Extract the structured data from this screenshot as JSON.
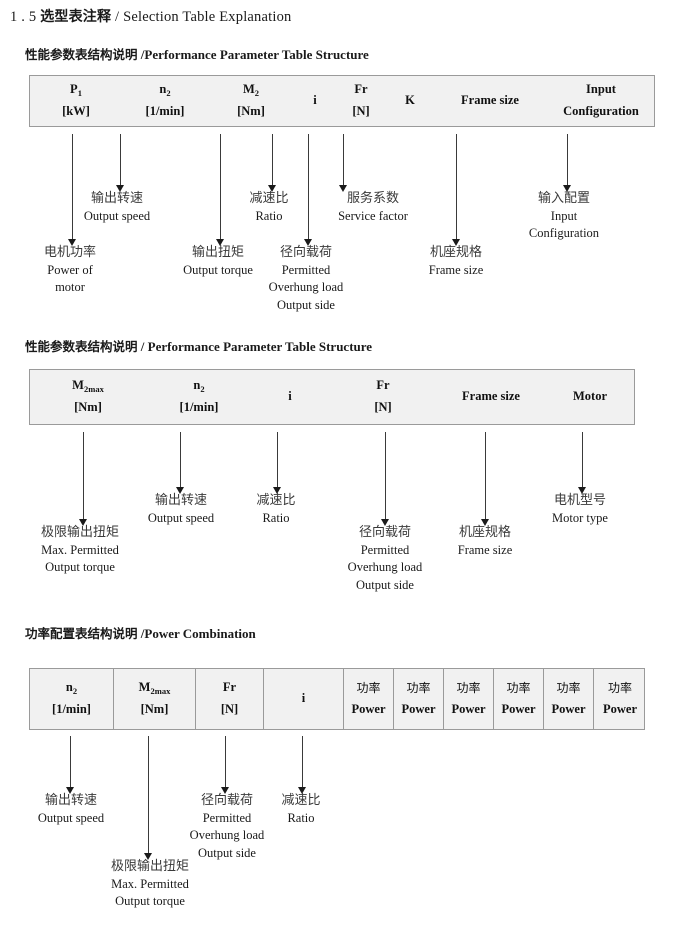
{
  "page": {
    "title_number": "1 . 5",
    "title_cn": "选型表注释",
    "title_sep": "/",
    "title_en": "Selection Table Explanation"
  },
  "sections": [
    {
      "heading_cn": "性能参数表结构说明",
      "heading_sep": "/",
      "heading_en": "Performance Parameter Table Structure",
      "table": {
        "columns": [
          {
            "symbol": "P",
            "sub": "1",
            "unit": "[kW]"
          },
          {
            "symbol": "n",
            "sub": "2",
            "unit": "[1/min]"
          },
          {
            "symbol": "M",
            "sub": "2",
            "unit": "[Nm]"
          },
          {
            "symbol": "i",
            "sub": "",
            "unit": ""
          },
          {
            "symbol": "Fr",
            "sub": "",
            "unit": "[N]"
          },
          {
            "symbol": "K",
            "sub": "",
            "unit": ""
          },
          {
            "symbol": "Frame size",
            "sub": "",
            "unit": ""
          },
          {
            "symbol": "Input",
            "sub": "",
            "unit": "Configuration"
          }
        ]
      },
      "annotations": [
        {
          "cn": "电机功率",
          "en": [
            "Power of",
            "motor"
          ]
        },
        {
          "cn": "输出转速",
          "en": [
            "Output speed"
          ]
        },
        {
          "cn": "输出扭矩",
          "en": [
            "Output torque"
          ]
        },
        {
          "cn": "减速比",
          "en": [
            "Ratio"
          ]
        },
        {
          "cn": "径向载荷",
          "en": [
            "Permitted",
            "Overhung load",
            "Output side"
          ]
        },
        {
          "cn": "服务系数",
          "en": [
            "Service factor"
          ]
        },
        {
          "cn": "机座规格",
          "en": [
            "Frame size"
          ]
        },
        {
          "cn": "输入配置",
          "en": [
            "Input",
            "Configuration"
          ]
        }
      ]
    },
    {
      "heading_cn": "性能参数表结构说明",
      "heading_sep": "/",
      "heading_en": "Performance Parameter Table Structure",
      "table": {
        "columns": [
          {
            "symbol": "M",
            "sub": "2max",
            "unit": "[Nm]"
          },
          {
            "symbol": "n",
            "sub": "2",
            "unit": "[1/min]"
          },
          {
            "symbol": "i",
            "sub": "",
            "unit": ""
          },
          {
            "symbol": "Fr",
            "sub": "",
            "unit": "[N]"
          },
          {
            "symbol": "Frame size",
            "sub": "",
            "unit": ""
          },
          {
            "symbol": "Motor",
            "sub": "",
            "unit": ""
          }
        ]
      },
      "annotations": [
        {
          "cn": "极限输出扭矩",
          "en": [
            "Max. Permitted",
            "Output  torque"
          ]
        },
        {
          "cn": "输出转速",
          "en": [
            "Output speed"
          ]
        },
        {
          "cn": "减速比",
          "en": [
            "Ratio"
          ]
        },
        {
          "cn": "径向载荷",
          "en": [
            "Permitted",
            "Overhung load",
            "Output side"
          ]
        },
        {
          "cn": "机座规格",
          "en": [
            "Frame size"
          ]
        },
        {
          "cn": "电机型号",
          "en": [
            "Motor type"
          ]
        }
      ]
    },
    {
      "heading_cn": "功率配置表结构说明",
      "heading_sep": "/",
      "heading_en": "Power Combination",
      "table": {
        "columns": [
          {
            "symbol": "n",
            "sub": "2",
            "unit": "[1/min]"
          },
          {
            "symbol": "M",
            "sub": "2max",
            "unit": "[Nm]"
          },
          {
            "symbol": "Fr",
            "sub": "",
            "unit": "[N]"
          },
          {
            "symbol": "i",
            "sub": "",
            "unit": ""
          },
          {
            "symbol_cn": "功率",
            "unit": "Power"
          },
          {
            "symbol_cn": "功率",
            "unit": "Power"
          },
          {
            "symbol_cn": "功率",
            "unit": "Power"
          },
          {
            "symbol_cn": "功率",
            "unit": "Power"
          },
          {
            "symbol_cn": "功率",
            "unit": "Power"
          },
          {
            "symbol_cn": "功率",
            "unit": "Power"
          }
        ]
      },
      "annotations": [
        {
          "cn": "输出转速",
          "en": [
            "Output speed"
          ]
        },
        {
          "cn": "极限输出扭矩",
          "en": [
            "Max. Permitted",
            "Output  torque"
          ]
        },
        {
          "cn": "径向载荷",
          "en": [
            "Permitted",
            "Overhung load",
            "Output side"
          ]
        },
        {
          "cn": "减速比",
          "en": [
            "Ratio"
          ]
        }
      ]
    }
  ],
  "colors": {
    "table_fill": "#f1f1f1",
    "table_border": "#9a9a9a",
    "arrow": "#1a1a1a",
    "text": "#1a1a1a"
  }
}
